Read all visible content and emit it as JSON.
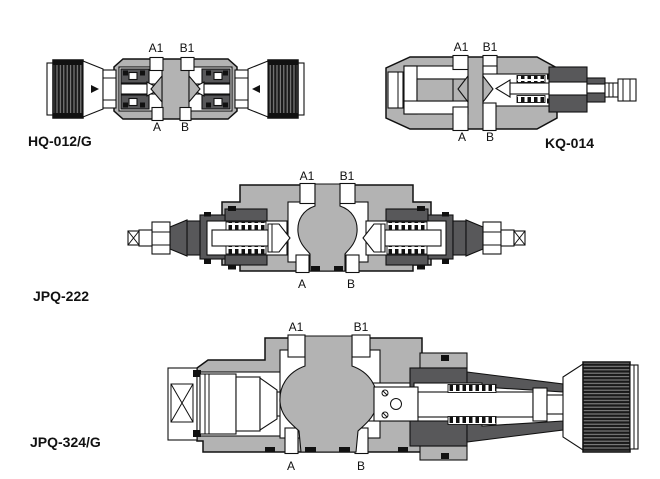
{
  "colors": {
    "background": "#ffffff",
    "valve_body_gray": "#b3b3b3",
    "cartridge_dark_gray": "#58585a",
    "flow_channel_white": "#ffffff",
    "outline_black": "#111111",
    "knurled_knob_black": "#1a1a1a"
  },
  "valves": [
    {
      "model": "HQ-012/G",
      "top_ports": [
        "A1",
        "B1"
      ],
      "bottom_ports": [
        "A",
        "B"
      ]
    },
    {
      "model": "KQ-014",
      "top_ports": [
        "A1",
        "B1"
      ],
      "bottom_ports": [
        "A",
        "B"
      ]
    },
    {
      "model": "JPQ-222",
      "top_ports": [
        "A1",
        "B1"
      ],
      "bottom_ports": [
        "A",
        "B"
      ]
    },
    {
      "model": "JPQ-324/G",
      "top_ports": [
        "A1",
        "B1"
      ],
      "bottom_ports": [
        "A",
        "B"
      ]
    }
  ]
}
